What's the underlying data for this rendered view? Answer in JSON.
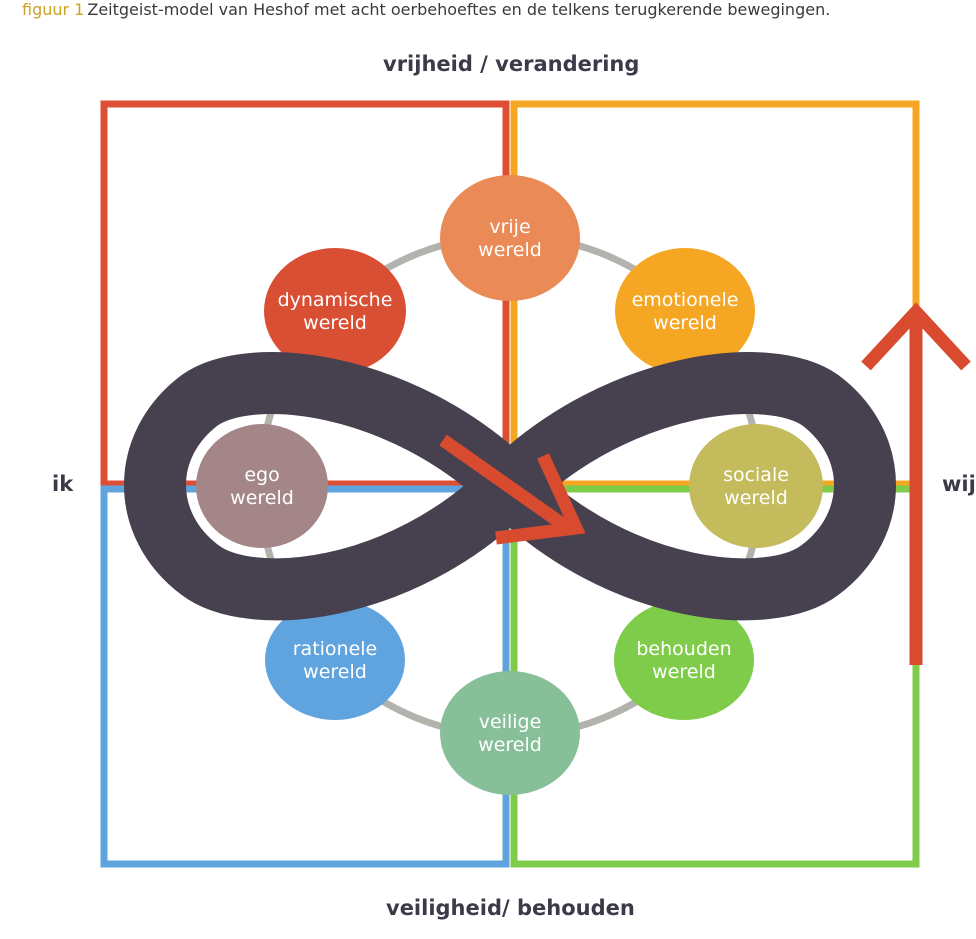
{
  "caption": {
    "prefix": "figuur 1",
    "text": "Zeitgeist-model van Heshof met acht oerbehoeftes en de telkens terugkerende bewegingen."
  },
  "axes": {
    "top": "vrijheid / verandering",
    "bottom": "veiligheid/ behouden",
    "left": "ik",
    "right": "wij"
  },
  "colors": {
    "top_left_quadrant": "#dc4f35",
    "top_right_quadrant": "#f5a623",
    "bottom_left_quadrant": "#5fa4de",
    "bottom_right_quadrant": "#7fcc4a",
    "infinity_loop": "#46404f",
    "arrows": "#d94b2f",
    "ring": "#b3b3ae"
  },
  "nodes": [
    {
      "id": "vrije",
      "line1": "vrije",
      "line2": "wereld",
      "color": "#ea8a57"
    },
    {
      "id": "emotionele",
      "line1": "emotionele",
      "line2": "wereld",
      "color": "#f5a623"
    },
    {
      "id": "sociale",
      "line1": "sociale",
      "line2": "wereld",
      "color": "#c3bb5c"
    },
    {
      "id": "behouden",
      "line1": "behouden",
      "line2": "wereld",
      "color": "#7fcc4a"
    },
    {
      "id": "veilige",
      "line1": "veilige",
      "line2": "wereld",
      "color": "#86bf98"
    },
    {
      "id": "rationele",
      "line1": "rationele",
      "line2": "wereld",
      "color": "#5fa4de"
    },
    {
      "id": "ego",
      "line1": "ego",
      "line2": "wereld",
      "color": "#a48689"
    },
    {
      "id": "dynamische",
      "line1": "dynamische",
      "line2": "wereld",
      "color": "#d94f34"
    }
  ]
}
